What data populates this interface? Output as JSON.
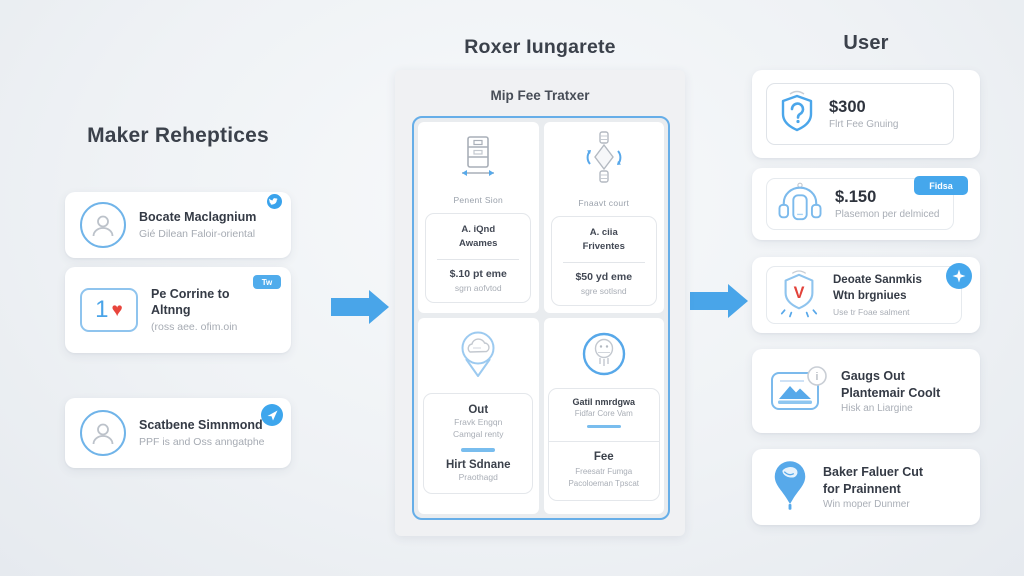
{
  "page": {
    "background": "#eff2f5",
    "accent": "#49a5e9",
    "heart_color": "#e8453c"
  },
  "left": {
    "title": "Maker Reheptices",
    "cards": [
      {
        "icon": "person-circle-icon",
        "badge": "twitter-bird",
        "title": "Bocate Maclagnium",
        "subtitle": "Gié Dilean Faloir-oriental"
      },
      {
        "icon": "one-heart-icon",
        "number": "1",
        "heart": "♥",
        "badge_label": "Tw",
        "title": "Pe Corrine to Altnng",
        "subtitle": "(ross aee. ofim.oin"
      },
      {
        "icon": "person-circle-icon",
        "badge": "send-plane",
        "title": "Scatbene Simnmond",
        "subtitle": "PPF is and Oss anngatphe"
      }
    ]
  },
  "middle": {
    "title": "Roxer Iungarete",
    "panel_title": "Mip Fee Tratxer",
    "quadrants": {
      "top_left": {
        "icon": "cabinet-printer-icon",
        "label": "Penent Sion",
        "line1": "A. iQnd",
        "line2": "Awames",
        "price": "$.10 pt eme",
        "price_sub": "sgrn aofvtod"
      },
      "top_right": {
        "icon": "drone-axis-icon",
        "label": "Fnaavt court",
        "line1": "A. ciia",
        "line2": "Friventes",
        "price": "$50 yd eme",
        "price_sub": "sgre sotlsnd"
      },
      "bottom_left": {
        "icon": "pin-cloud-icon",
        "title": "Out",
        "line1": "Fravk Engqn",
        "line2": "Camgal renty",
        "title2": "Hirt Sdnane",
        "sub2": "Praothagd"
      },
      "bottom_right": {
        "icon": "face-circle-icon",
        "title": "Gatil nmrdgwa",
        "sub": "Fidfar Core Vam",
        "title2": "Fee",
        "line1": "Freesatr Fumga",
        "line2": "Pacoloeman Tpscat"
      }
    }
  },
  "right": {
    "title": "User",
    "cards": [
      {
        "icon": "shield-question-icon",
        "amount": "$300",
        "subtitle": "Flrt Fee Gnuing"
      },
      {
        "icon": "headphones-icon",
        "amount": "$.150",
        "subtitle": "Plasemon per delmiced",
        "button": "Fidsa"
      },
      {
        "icon": "shield-v-icon",
        "badge": "sparkle",
        "title1": "Deoate Sanmkis",
        "title2": "Wtn brgniues",
        "subtitle": "Use tr Foae salment"
      },
      {
        "icon": "picture-info-icon",
        "title1": "Gaugs Out",
        "title2": "Plantemair Coolt",
        "subtitle": "Hisk an Liargine"
      },
      {
        "icon": "balloon-pin-icon",
        "title1": "Baker Faluer Cut",
        "title2": "for Prainnent",
        "subtitle": "Win moper Dunmer"
      }
    ]
  }
}
